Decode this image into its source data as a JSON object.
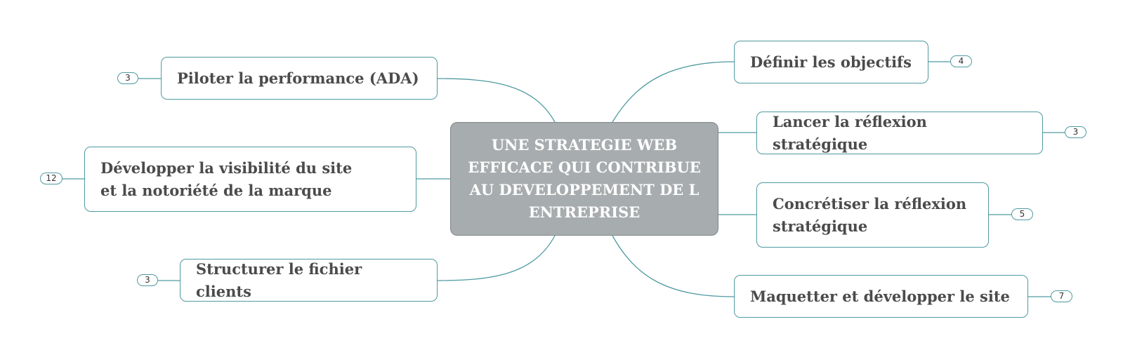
{
  "central": {
    "label": "UNE STRATEGIE WEB\nEFFICACE QUI CONTRIBUE\nAU DEVELOPPEMENT DE L\nENTREPRISE"
  },
  "branches": {
    "left": [
      {
        "label": "Piloter la performance (ADA)",
        "count": "3"
      },
      {
        "label": "Développer la visibilité du site\net la notoriété de la marque",
        "count": "12"
      },
      {
        "label": "Structurer le fichier clients",
        "count": "3"
      }
    ],
    "right": [
      {
        "label": "Définir les objectifs",
        "count": "4"
      },
      {
        "label": "Lancer la réflexion stratégique",
        "count": "3"
      },
      {
        "label": "Concrétiser la réflexion\nstratégique",
        "count": "5"
      },
      {
        "label": "Maquetter et développer le site",
        "count": "7"
      }
    ]
  },
  "colors": {
    "line": "#4f9aa0",
    "central_fill": "#a7adae",
    "topic_text": "#4b4b4b"
  }
}
